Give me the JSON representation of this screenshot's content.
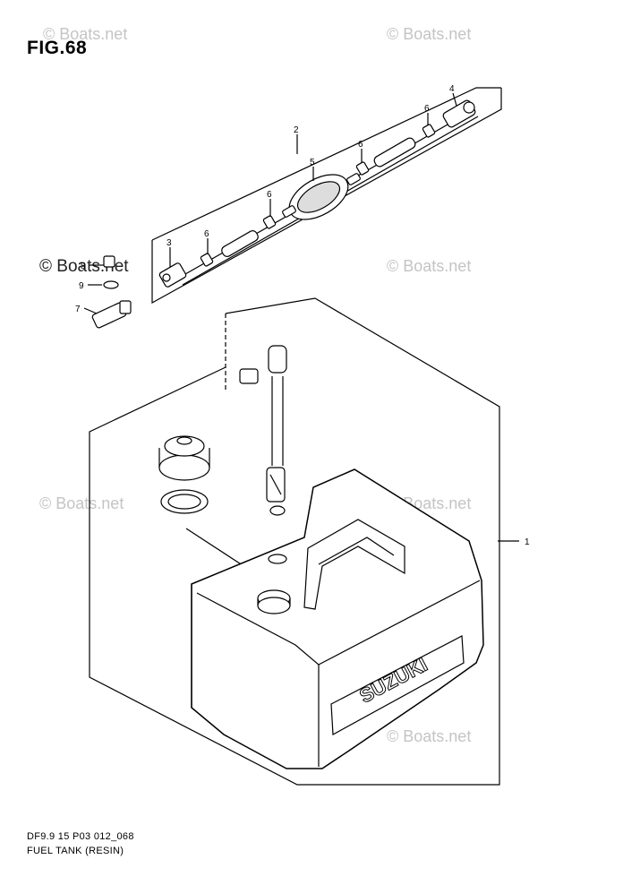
{
  "figure": {
    "title": "FIG.68"
  },
  "watermarks": [
    "© Boats.net",
    "© Boats.net",
    "© Boats.net",
    "© Boats.net",
    "© Boats.net",
    "© Boats.net",
    "© Boats.net"
  ],
  "brand_on_tank": "SUZUKI",
  "callouts": {
    "c1": "1",
    "c2": "2",
    "c3": "3",
    "c4": "4",
    "c5": "5",
    "c6a": "6",
    "c6b": "6",
    "c6c": "6",
    "c6d": "6",
    "c7": "7",
    "c8": "8",
    "c9": "9"
  },
  "footer": {
    "code": "DF9.9 15 P03 012_068",
    "caption": "FUEL TANK (RESIN)"
  }
}
